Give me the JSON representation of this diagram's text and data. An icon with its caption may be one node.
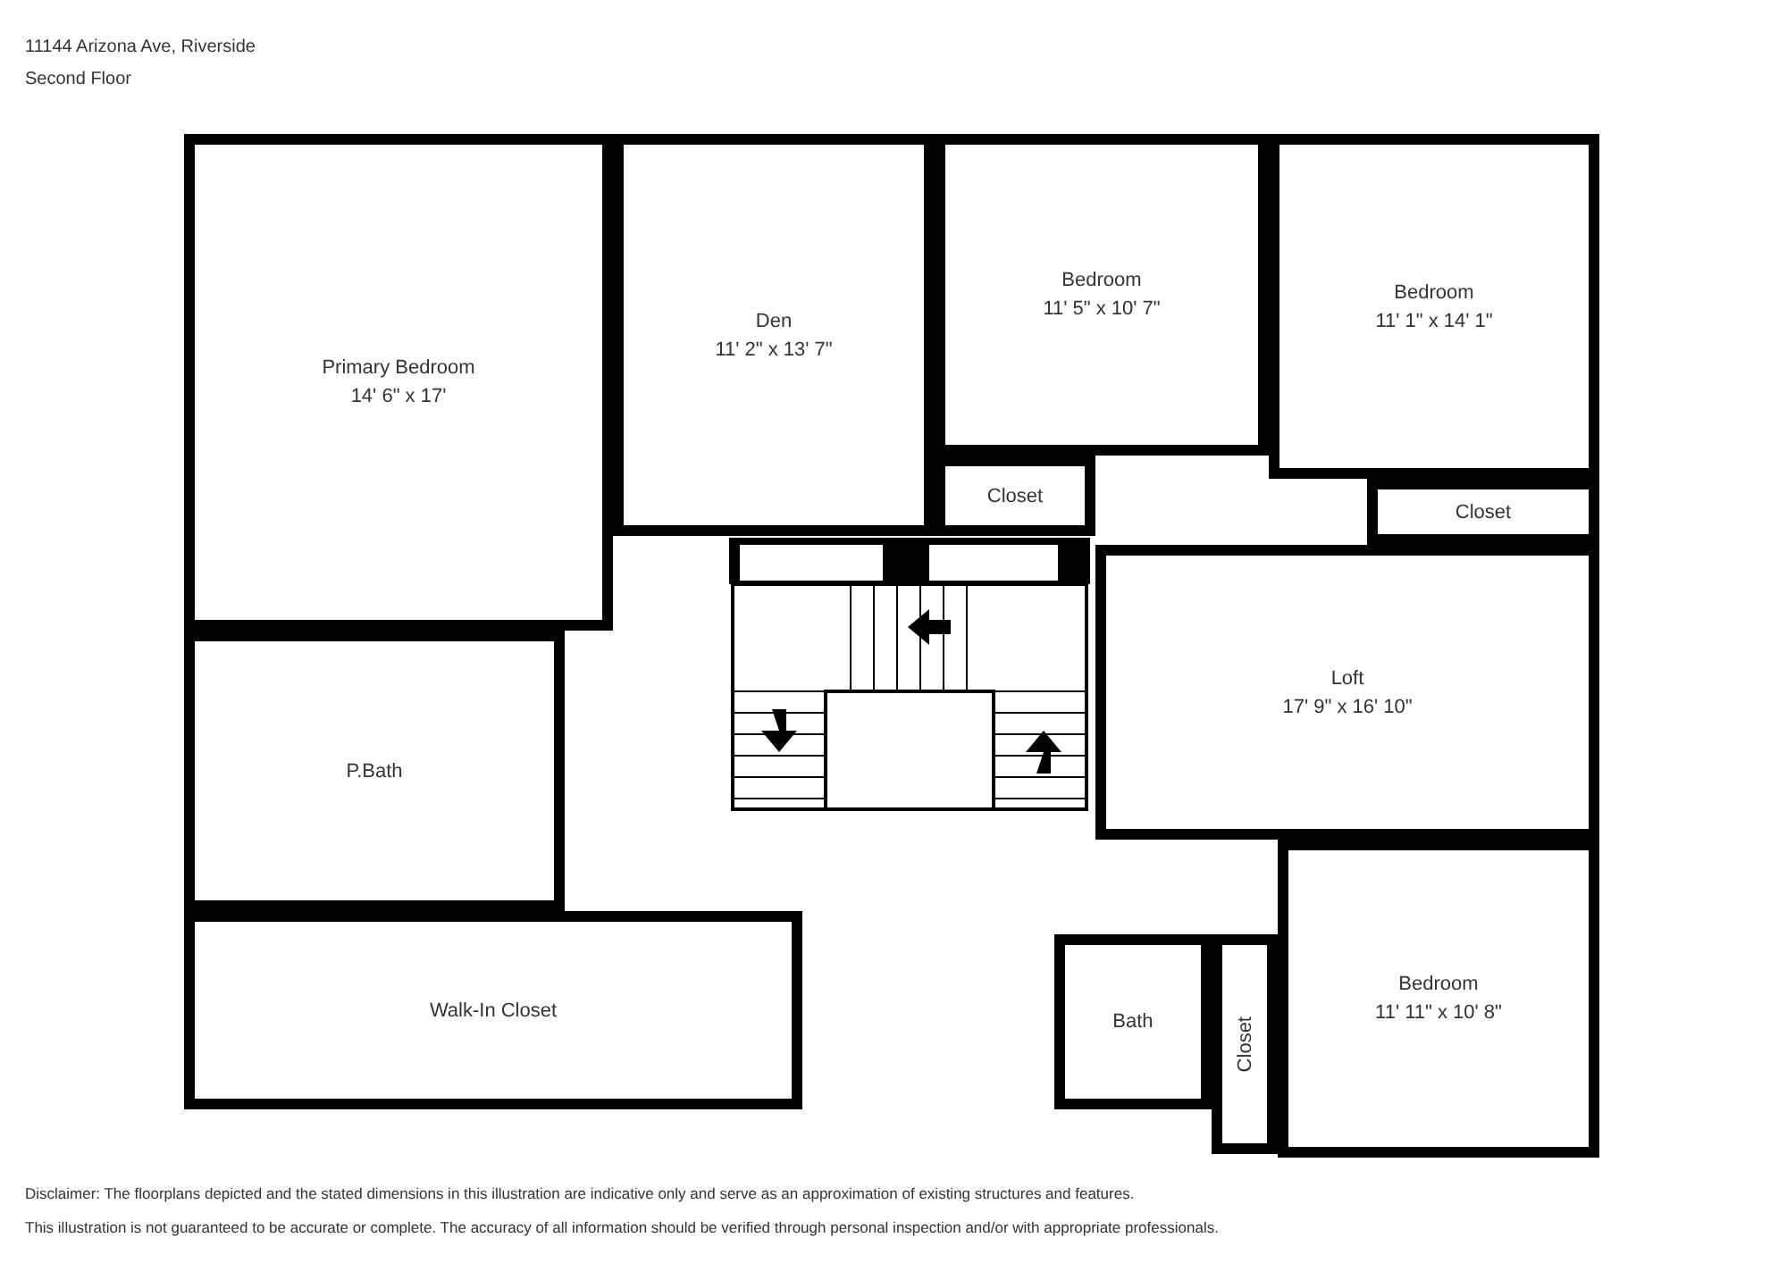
{
  "diagram": {
    "title": "11144 Arizona Ave, Riverside",
    "nodes": [
      {
        "text": [
          "Primary Bedroom",
          "14' 6\" x 17'"
        ]
      },
      {
        "text": [
          "Den",
          "11' 2\" x 13' 7\""
        ]
      },
      {
        "text": [
          "Bedroom",
          "11' 5\" x 10' 7\""
        ]
      },
      {
        "text": [
          "Bedroom",
          "11' 1\" x 14' 1\""
        ]
      },
      {
        "text": [
          "Closet"
        ]
      },
      {
        "text": [
          "Closet"
        ]
      },
      {
        "text": [
          "Loft",
          "17' 9\" x 16' 10\""
        ]
      },
      {
        "text": [
          "P.Bath"
        ]
      },
      {
        "text": [
          "Bath"
        ]
      },
      {
        "text": [
          "Bedroom",
          "11' 11\" x 10' 8\""
        ]
      },
      {
        "text": [
          "Closet"
        ]
      },
      {
        "text": [
          "Walk-In Closet"
        ]
      }
    ],
    "edges": [],
    "labels": [
      "Second Floor",
      "Disclaimer: The floorplans depicted and the stated dimensions in this illustration are indicative only and serve as an approximation of existing structures and features.",
      "This illustration is not guaranteed to be accurate or complete. The accuracy of all information should be verified through personal inspection and/or with appropriate professionals."
    ]
  }
}
